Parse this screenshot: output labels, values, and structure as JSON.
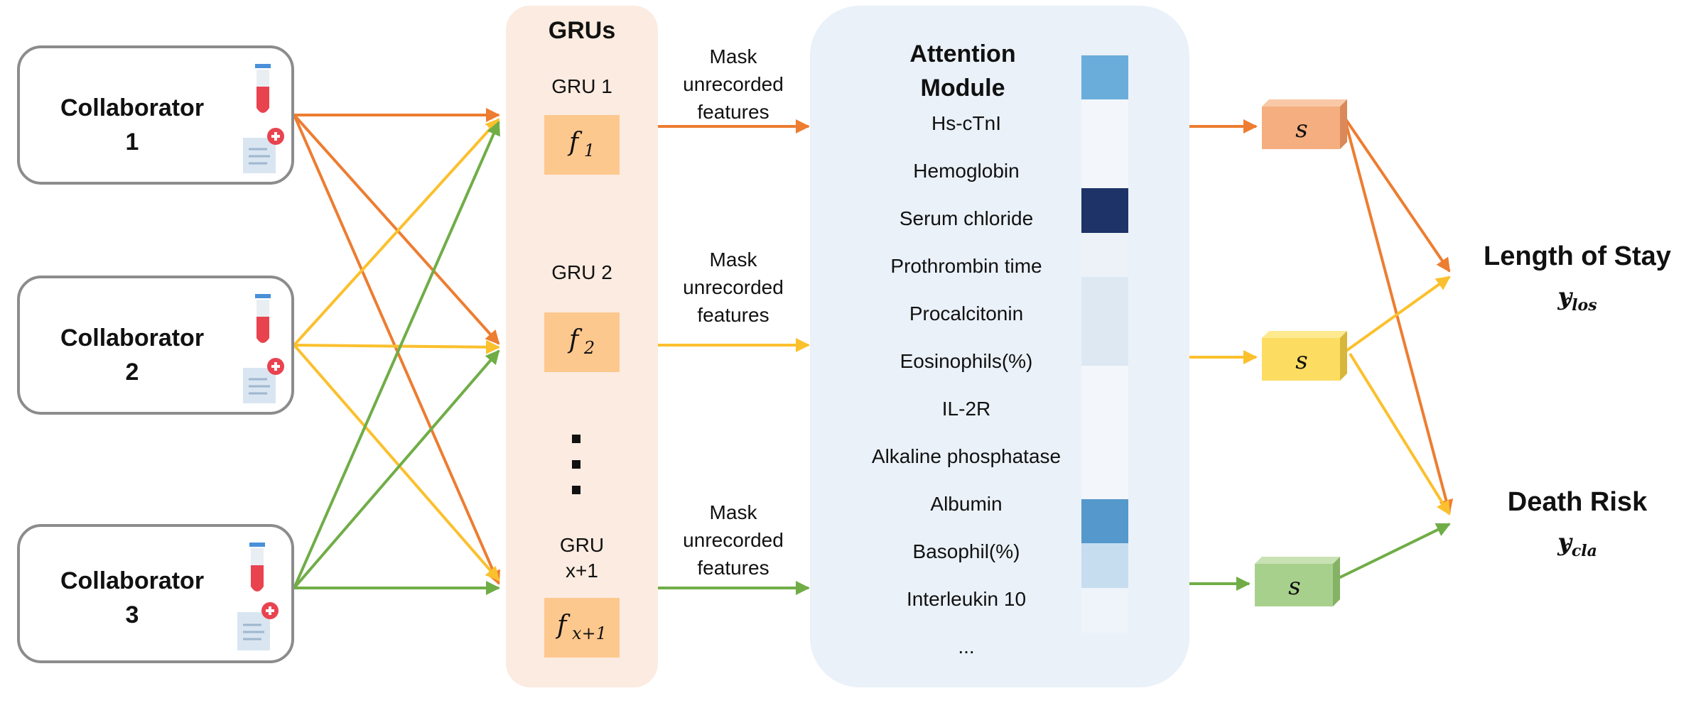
{
  "collaborators": [
    {
      "line1": "Collaborator",
      "line2": "1"
    },
    {
      "line1": "Collaborator",
      "line2": "2"
    },
    {
      "line1": "Collaborator",
      "line2": "3"
    }
  ],
  "grus": {
    "title": "GRUs",
    "units": [
      {
        "label": "GRU 1",
        "func": "f",
        "sub": "1"
      },
      {
        "label": "GRU 2",
        "func": "f",
        "sub": "2"
      },
      {
        "label_line1": "GRU",
        "label_line2": "x+1",
        "func": "f",
        "sub": "x+1"
      }
    ]
  },
  "mask_labels": [
    {
      "line1": "Mask",
      "line2": "unrecorded",
      "line3": "features"
    },
    {
      "line1": "Mask",
      "line2": "unrecorded",
      "line3": "features"
    },
    {
      "line1": "Mask",
      "line2": "unrecorded",
      "line3": "features"
    }
  ],
  "attention": {
    "title_line1": "Attention",
    "title_line2": "Module",
    "features": [
      "Hs-cTnI",
      "Hemoglobin",
      "Serum chloride",
      "Prothrombin time",
      "Procalcitonin",
      "Eosinophils(%)",
      "IL-2R",
      "Alkaline phosphatase",
      "Albumin",
      "Basophil(%)",
      "Interleukin 10",
      "..."
    ],
    "heat_colors": [
      "#6aaddb",
      "#f3f6fa",
      "#f3f6fa",
      "#1e3468",
      "#ecf2f8",
      "#dde8f3",
      "#dde8f3",
      "#f3f6fa",
      "#f3f6fa",
      "#f3f6fa",
      "#5598cc",
      "#c6ddf0",
      "#eef4f9"
    ]
  },
  "s_nodes": [
    {
      "label": "s",
      "color": "#f5ae7f"
    },
    {
      "label": "s",
      "color": "#fcdc61"
    },
    {
      "label": "s",
      "color": "#a8d08d"
    }
  ],
  "outputs": {
    "los_title": "Length of Stay",
    "los_symbol": "y",
    "los_sub": "los",
    "death_title": "Death Risk",
    "death_symbol": "y",
    "death_sub": "cla"
  },
  "colors": {
    "orange": "#ed7d31",
    "yellow": "#fbc02d",
    "green": "#70ad47"
  },
  "icons": [
    "test-tube-icon",
    "medical-record-icon"
  ]
}
